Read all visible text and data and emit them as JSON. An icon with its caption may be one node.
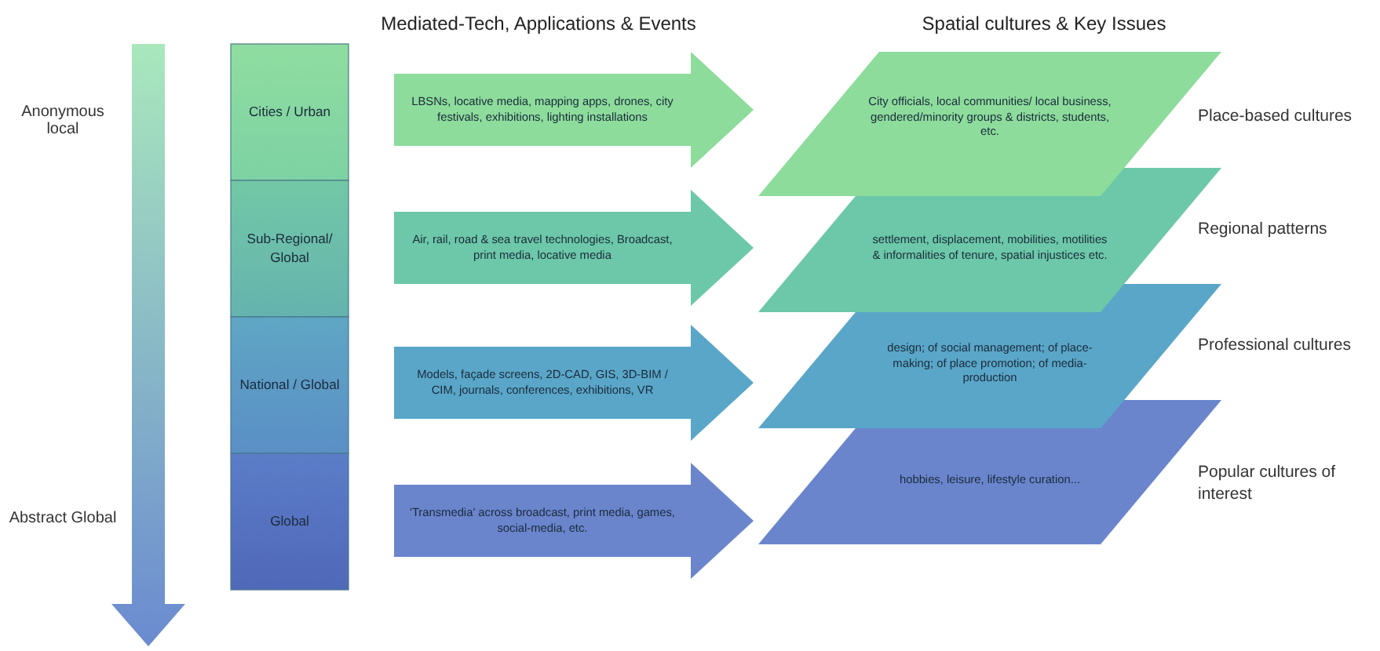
{
  "diagram": {
    "nodes": [
      {
        "text": [
          "Cities / Urban"
        ]
      },
      {
        "text": [
          "Sub-Regional/ Global"
        ]
      },
      {
        "text": [
          "National / Global"
        ]
      },
      {
        "text": [
          "Global"
        ]
      },
      {
        "text": [
          "LBSNs, locative media, mapping apps, drones, city festivals, exhibitions, lighting installations"
        ]
      },
      {
        "text": [
          "Air, rail, road & sea travel technologies, Broadcast, print media, locative media"
        ]
      },
      {
        "text": [
          "Models, façade screens, 2D-CAD, GIS, 3D-BIM / CIM, journals, conferences, exhibitions, VR"
        ]
      },
      {
        "text": [
          "'Transmedia' across broadcast, print media, games, social-media, etc."
        ]
      },
      {
        "text": [
          "City officials, local communities/ local business, gendered/minority groups & districts, students, etc."
        ],
        "beside": [
          "Place-based cultures"
        ]
      },
      {
        "text": [
          "settlement, displacement, mobilities, motilities & informalities of tenure, spatial injustices etc."
        ],
        "beside": [
          "Regional patterns"
        ]
      },
      {
        "text": [
          "design; of social management; of place-making; of place promotion; of media-production"
        ],
        "beside": [
          "Professional cultures"
        ]
      },
      {
        "text": [
          "hobbies, leisure, lifestyle curation..."
        ],
        "beside": [
          "Popular cultures of interest"
        ]
      }
    ],
    "labels": [
      "Mediated-Tech, Applications & Events",
      "Spatial cultures & Key Issues",
      "Anonymous local",
      "Abstract Global"
    ]
  }
}
